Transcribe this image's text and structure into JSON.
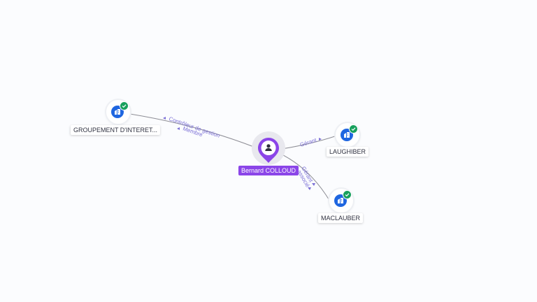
{
  "center": {
    "name": "Bernard COLLOUD",
    "icon": "person-icon",
    "color": "#8b45e8"
  },
  "companies": [
    {
      "name": "GROUPEMENT D'INTERET...",
      "icon": "building-icon",
      "status_icon": "check-icon"
    },
    {
      "name": "LAUGHIBER",
      "icon": "building-icon",
      "status_icon": "check-icon"
    },
    {
      "name": "MACLAUBER",
      "icon": "building-icon",
      "status_icon": "check-icon"
    }
  ],
  "relations": [
    {
      "label": "Contrôleur de gestion"
    },
    {
      "label": "Membre"
    },
    {
      "label": "Gérant"
    },
    {
      "label": "Gérant"
    },
    {
      "label": "associé"
    }
  ],
  "colors": {
    "company_icon": "#1f66e0",
    "status_ok": "#17a05d",
    "relation_text": "#7b6fd6",
    "edge": "#8e8e96"
  }
}
